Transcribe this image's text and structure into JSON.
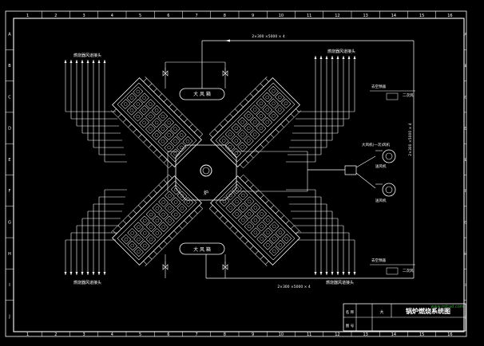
{
  "frame": {
    "columns": [
      "1",
      "2",
      "3",
      "4",
      "5",
      "6",
      "7",
      "8",
      "9",
      "10",
      "11",
      "12",
      "13",
      "14",
      "15",
      "16"
    ],
    "rows": [
      "A",
      "B",
      "C",
      "D",
      "E",
      "F",
      "G",
      "H",
      "I",
      "J"
    ]
  },
  "title_block": {
    "drawing_title": "锅炉燃烧系统图",
    "stamp": "www.mfcad.com",
    "row1": [
      "名 称",
      "",
      "大"
    ],
    "row2": [
      "图 号",
      ""
    ]
  },
  "labels": {
    "top_left_group": "燃烧器风道接头",
    "top_right_group": "燃烧器风道接头",
    "bottom_left_group": "燃烧器风道接头",
    "bottom_right_group": "燃烧器风道接头",
    "big_duct_top": "大 风 箱",
    "big_duct_bottom": "大 风 箱",
    "top_dim": "2×300 ×5000 × 4",
    "bottom_dim": "2×300 ×5000 × 4",
    "right_dim": "2×300 ×5000 × 4",
    "fan_header": "大风机(一次)风机",
    "fan_1": "送风机",
    "fan_2": "送风机",
    "right_top_tag": "二次风",
    "right_top_note": "去空预器",
    "right_bottom_tag": "二次风",
    "right_bottom_note": "去空预器",
    "center_label": "炉"
  },
  "colors": {
    "line": "#ffffff",
    "background": "#000000",
    "stamp": "#2e9a2e"
  }
}
